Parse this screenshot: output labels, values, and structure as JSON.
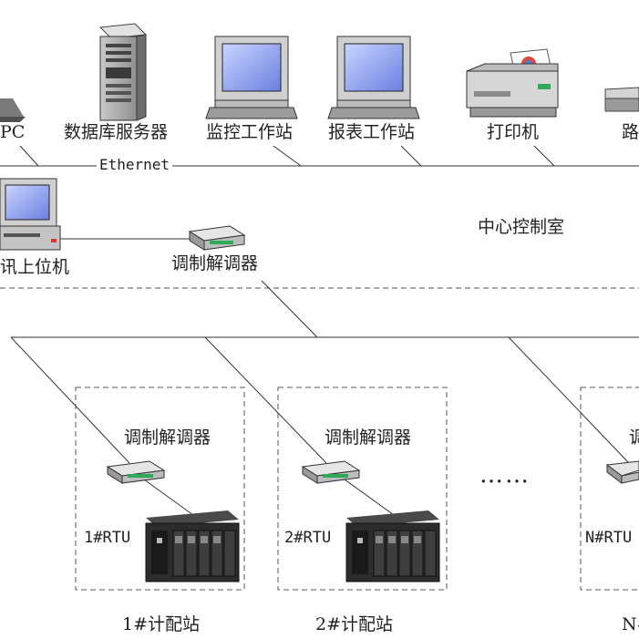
{
  "network": {
    "ethernet_label": "Ethernet",
    "devices": {
      "pc": "PC",
      "db_server": "数据库服务器",
      "monitor_station": "监控工作站",
      "report_station": "报表工作站",
      "printer": "打印机",
      "router_partial": "路",
      "comm_host": "讯上位机",
      "modem": "调制解调器"
    },
    "center_room": "中心控制室"
  },
  "stations": [
    {
      "modem": "调制解调器",
      "rtu": "1#RTU",
      "name": "1#计配站"
    },
    {
      "modem": "调制解调器",
      "rtu": "2#RTU",
      "name": "2#计配站"
    },
    {
      "modem": "调",
      "rtu": "N#RTU",
      "name": "N#"
    }
  ],
  "ellipsis": "……"
}
